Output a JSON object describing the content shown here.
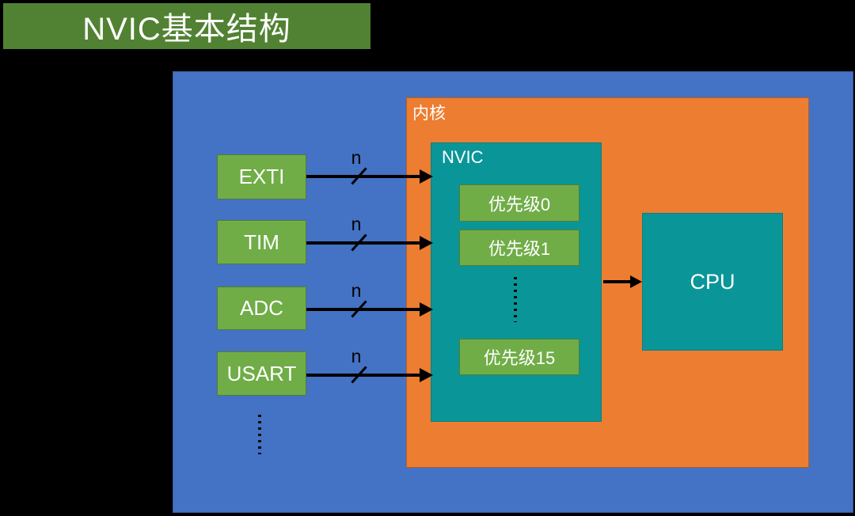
{
  "page": {
    "title": "NVIC基本结构"
  },
  "diagram": {
    "kernel": {
      "label": "内核"
    },
    "nvic": {
      "label": "NVIC",
      "priorities": [
        "优先级0",
        "优先级1",
        "优先级15"
      ]
    },
    "cpu": {
      "label": "CPU"
    },
    "peripherals": [
      {
        "label": "EXTI"
      },
      {
        "label": "TIM"
      },
      {
        "label": "ADC"
      },
      {
        "label": "USART"
      }
    ],
    "bus_width_label": "n",
    "colors": {
      "background": "#000000",
      "panel_blue": "#4472C4",
      "panel_orange": "#ED7D31",
      "box_teal": "#0A9698",
      "box_green": "#70AD47",
      "title_green": "#518233",
      "arrow": "#000000",
      "text": "#FFFFFF"
    }
  }
}
